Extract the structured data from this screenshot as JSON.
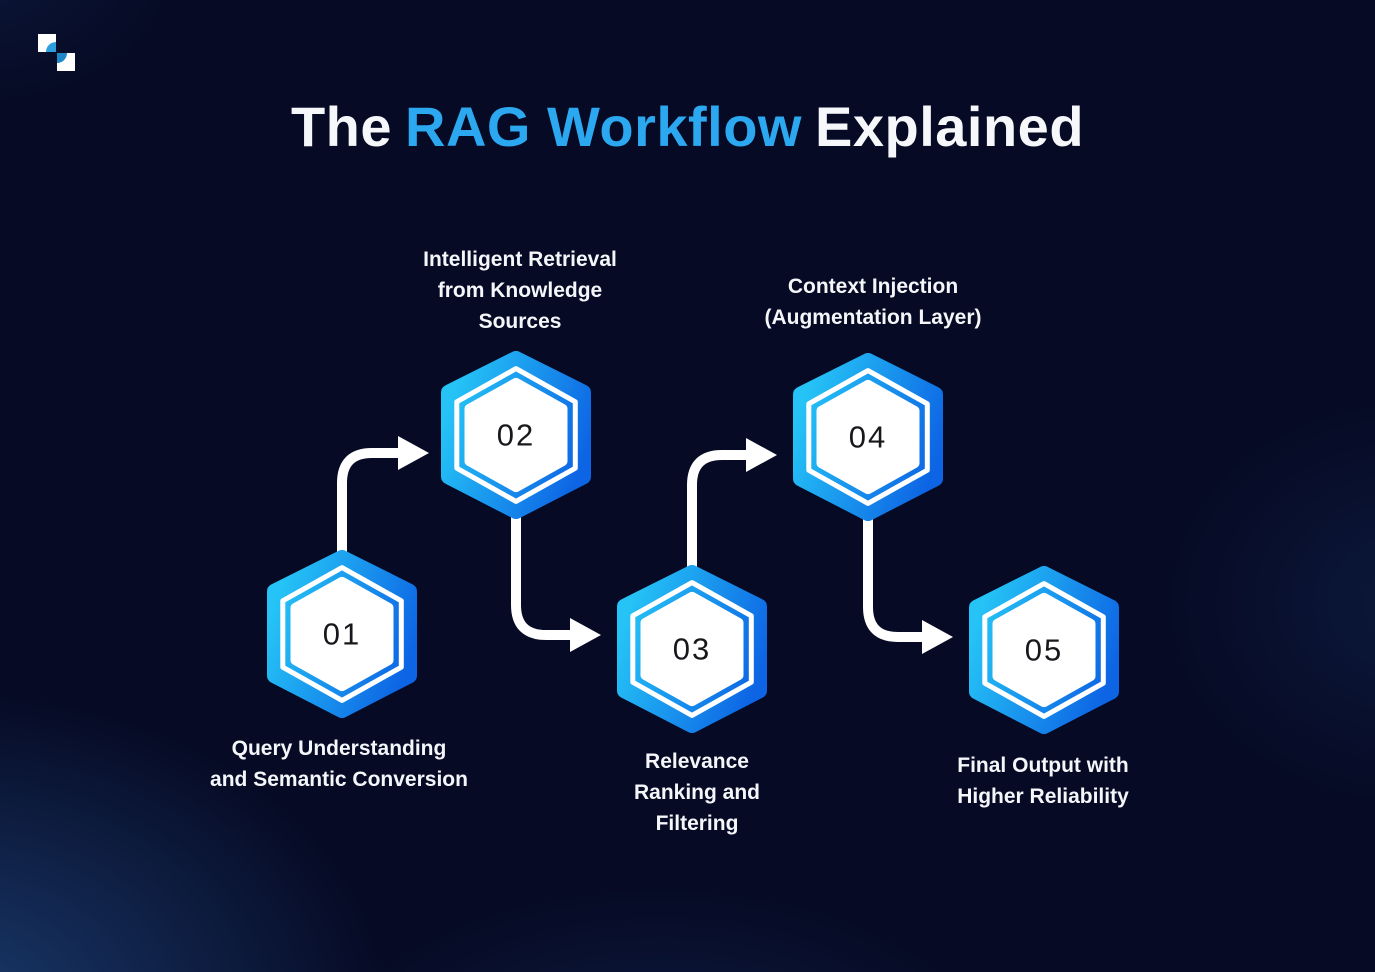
{
  "title": {
    "part1": "The",
    "highlight": "RAG Workflow",
    "part2": "Explained"
  },
  "logo": {
    "name": "brand-logo",
    "description": "two offset white squares with blue quarter circles"
  },
  "colors": {
    "background": "#060A24",
    "background_glow": "#1E4A82",
    "title_text": "#F5F7FB",
    "title_highlight": "#2BA8F0",
    "hexagon_gradient_start": "#25C3F6",
    "hexagon_gradient_end": "#0D64E4",
    "hexagon_fill": "#FFFFFF",
    "step_number_text": "#17181C",
    "arrow": "#FFFFFF",
    "label_text": "#F5F6FA"
  },
  "steps": [
    {
      "number": "01",
      "label": "Query Understanding\nand Semantic Conversion",
      "label_position": "below"
    },
    {
      "number": "02",
      "label": "Intelligent Retrieval\nfrom Knowledge\nSources",
      "label_position": "above"
    },
    {
      "number": "03",
      "label": "Relevance\nRanking and\nFiltering",
      "label_position": "below"
    },
    {
      "number": "04",
      "label": "Context Injection\n(Augmentation Layer)",
      "label_position": "above"
    },
    {
      "number": "05",
      "label": "Final Output with\nHigher Reliability",
      "label_position": "below"
    }
  ],
  "connectors": [
    {
      "from": "01",
      "to": "02",
      "direction": "up-right"
    },
    {
      "from": "02",
      "to": "03",
      "direction": "down-right"
    },
    {
      "from": "03",
      "to": "04",
      "direction": "up-right"
    },
    {
      "from": "04",
      "to": "05",
      "direction": "down-right"
    }
  ]
}
